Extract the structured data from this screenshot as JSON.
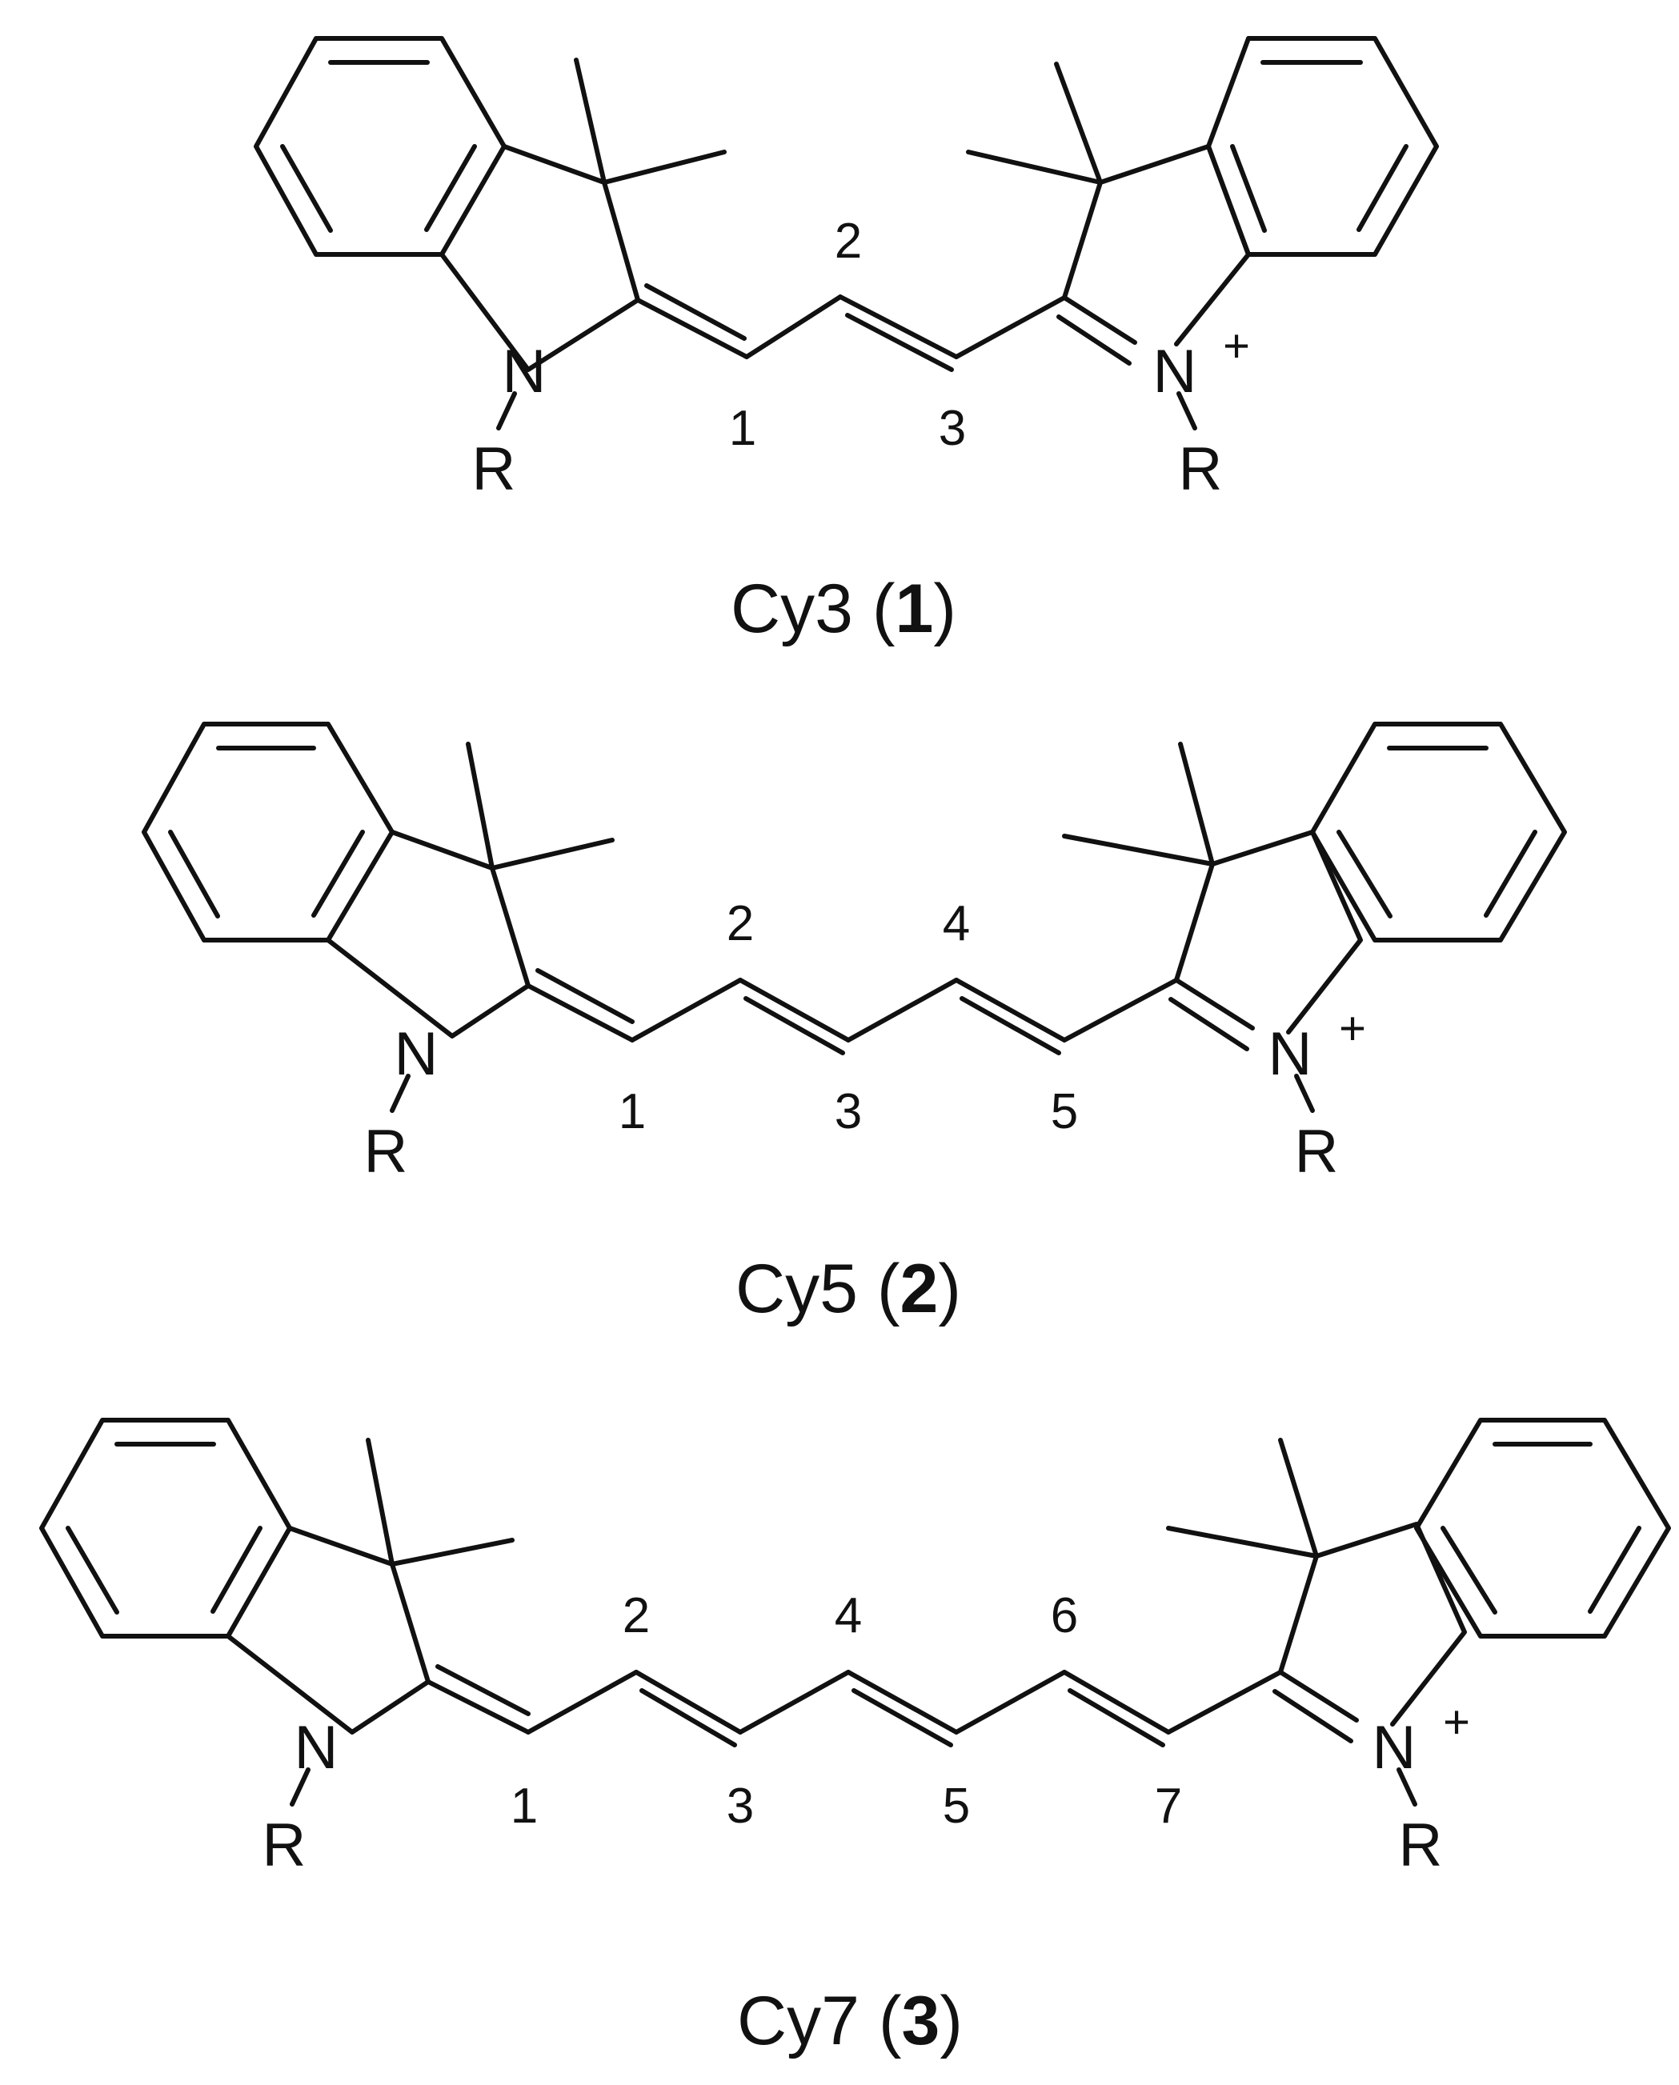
{
  "molecules": [
    {
      "label": "Cy3",
      "compound_number": "1",
      "chain_numbers": [
        "1",
        "2",
        "3"
      ],
      "left_nitrogen": "N",
      "right_nitrogen": "N",
      "charge": "+",
      "left_substituent": "R",
      "right_substituent": "R"
    },
    {
      "label": "Cy5",
      "compound_number": "2",
      "chain_numbers": [
        "1",
        "2",
        "3",
        "4",
        "5"
      ],
      "left_nitrogen": "N",
      "right_nitrogen": "N",
      "charge": "+",
      "left_substituent": "R",
      "right_substituent": "R"
    },
    {
      "label": "Cy7",
      "compound_number": "3",
      "chain_numbers": [
        "1",
        "2",
        "3",
        "4",
        "5",
        "6",
        "7"
      ],
      "left_nitrogen": "N",
      "right_nitrogen": "N",
      "charge": "+",
      "left_substituent": "R",
      "right_substituent": "R"
    }
  ],
  "colors": {
    "ink": "#111111",
    "background": "#ffffff"
  }
}
